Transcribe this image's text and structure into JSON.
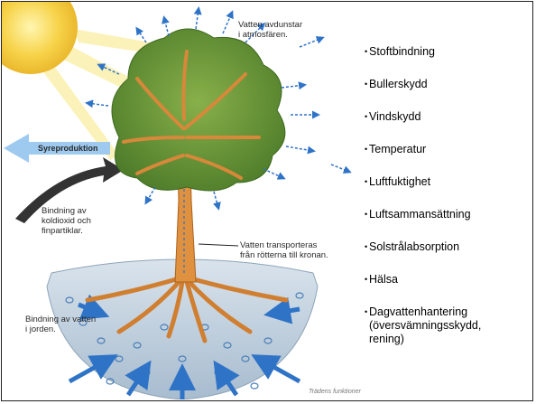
{
  "illustration": {
    "caption_evaporation": "Vatten avdunstar\ni atmosfären.",
    "caption_oxygen": "Syreproduktion",
    "caption_binding_co2": "Bindning av\nkoldioxid och\nfinpartiklar.",
    "caption_water_transport": "Vatten transporteras\nfrån rötterna till kronan.",
    "caption_water_ground": "Bindning av vatten\ni jorden.",
    "credit": "Trädens funktioner"
  },
  "functions": [
    "Stoftbindning",
    "Bullerskydd",
    "Vindskydd",
    "Temperatur",
    "Luftfuktighet",
    "Luftsammansättning",
    "Solstrålabsorption",
    "Hälsa",
    "Dagvattenhantering\n(översvämningsskydd,\nrening)"
  ],
  "colors": {
    "sun": "#f7d34a",
    "canopy": "#6e9b3a",
    "trunk": "#e0913f",
    "water_arrows": "#2f73c7",
    "soil": "#b9c9d8"
  }
}
